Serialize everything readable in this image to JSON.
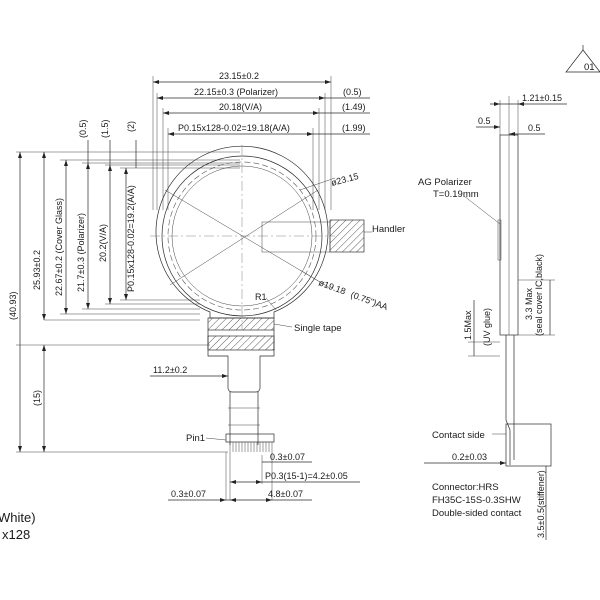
{
  "revision": {
    "code": "01"
  },
  "top_dimensions": {
    "d1": "23.15±0.2",
    "d2": "22.15±0.3 (Polarizer)",
    "d2_ref": "(0.5)",
    "d3": "20.18(V/A)",
    "d3_ref": "(1.49)",
    "d4": "P0.15x128-0.02=19.18(A/A)",
    "d4_ref": "(1.99)"
  },
  "left_dimensions": {
    "total": "(40.93)",
    "d1": "25.93±0.2",
    "d2": "22.67±0.2 (Cover Glass)",
    "d3": "21.7±0.3 (Polarizer)",
    "d4": "20.2(V/A)",
    "d5": "P0.15x128-0.02=19.2(A/A)",
    "ref_a": "(0.5)",
    "ref_b": "(1.5)",
    "ref_c": "(2)",
    "lower": "(15)"
  },
  "front_view": {
    "circle_outer": "ø23.15",
    "circle_aa": "ø19.18",
    "circle_aa_note": "(0.75\")AA",
    "handler": "Handler",
    "radius": "R1",
    "single_tape": "Single tape",
    "fpc_width": "11.2±0.2",
    "pin1": "Pin1",
    "pitch_a": "0.3±0.07",
    "pitch_formula": "P0.3(15-1)=4.2±0.05",
    "pad_offset": "0.3±0.07",
    "pad_span": "4.8±0.07"
  },
  "side_view": {
    "total_thickness": "1.21±0.15",
    "t1": "0.5",
    "t2": "0.5",
    "ag_polarizer": "AG Polarizer",
    "ag_thickness": "T=0.19mm",
    "uv_max": "1.5Max",
    "uv_note": "(UV glue)",
    "ic_max": "3.3 Max",
    "ic_note": "(seal cover IC,black)",
    "contact_side": "Contact side",
    "contact_thk": "0.2±0.03",
    "connector": "Connector:HRS",
    "connector_part": "FH35C-15S-0.3SHW",
    "contact_type": "Double-sided contact",
    "stiffener": "3.5±0.5(stiffener)"
  },
  "notes": {
    "line1": "White)",
    "line2": "x128"
  }
}
